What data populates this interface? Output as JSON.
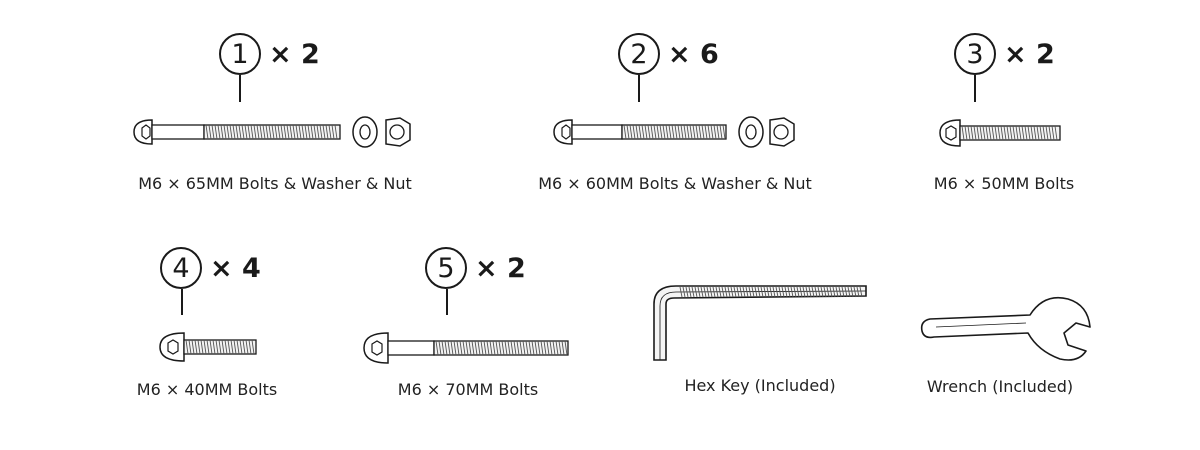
{
  "parts": [
    {
      "number": "1",
      "quantity": "× 2",
      "caption": "M6 × 65MM Bolts & Washer & Nut"
    },
    {
      "number": "2",
      "quantity": "× 6",
      "caption": "M6 × 60MM Bolts & Washer & Nut"
    },
    {
      "number": "3",
      "quantity": "× 2",
      "caption": "M6 × 50MM Bolts"
    },
    {
      "number": "4",
      "quantity": "× 4",
      "caption": "M6 × 40MM Bolts"
    },
    {
      "number": "5",
      "quantity": "× 2",
      "caption": "M6 × 70MM Bolts"
    }
  ],
  "tools": [
    {
      "caption": "Hex Key (Included)",
      "icon": "hex-key-icon"
    },
    {
      "caption": "Wrench (Included)",
      "icon": "wrench-icon"
    }
  ],
  "colors": {
    "line": "#1a1a1a",
    "thread": "#555555"
  }
}
